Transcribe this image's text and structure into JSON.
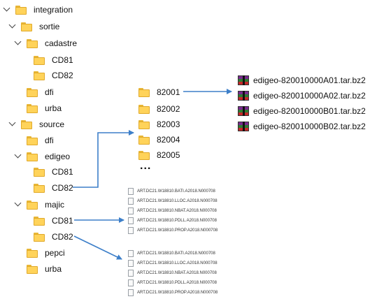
{
  "tree": {
    "integration": "integration",
    "sortie": "sortie",
    "cadastre": "cadastre",
    "cadastre_cd81": "CD81",
    "cadastre_cd82": "CD82",
    "sortie_dfi": "dfi",
    "sortie_urba": "urba",
    "source": "source",
    "source_dfi": "dfi",
    "edigeo": "edigeo",
    "edigeo_cd81": "CD81",
    "edigeo_cd82": "CD82",
    "majic": "majic",
    "majic_cd81": "CD81",
    "majic_cd82": "CD82",
    "pepci": "pepci",
    "source_urba": "urba"
  },
  "commune_folders": [
    "82001",
    "82002",
    "82003",
    "82004",
    "82005"
  ],
  "more_indicator": "...",
  "archives": [
    "edigeo-820010000A01.tar.bz2",
    "edigeo-820010000A02.tar.bz2",
    "edigeo-820010000B01.tar.bz2",
    "edigeo-820010000B02.tar.bz2"
  ],
  "majic_files_cd81": [
    "ART.DC21.W18810.BATI.A2018.N000708",
    "ART.DC21.W18810.LLOC.A2018.N000708",
    "ART.DC21.W18810.NBAT.A2018.N000708",
    "ART.DC21.W18810.PDLL.A2018.N000708",
    "ART.DC21.W18810.PROP.A2018.N000708"
  ],
  "majic_files_cd82": [
    "ART.DC21.W18810.BATI.A2018.N000708",
    "ART.DC21.W18810.LLOC.A2018.N000708",
    "ART.DC21.W18810.NBAT.A2018.N000708",
    "ART.DC21.W18810.PDLL.A2018.N000708",
    "ART.DC21.W18810.PROP.A2018.N000708"
  ],
  "colors": {
    "arrow": "#3d7fc9",
    "folder_fill": "#ffd35a",
    "folder_border": "#e0a92a"
  }
}
